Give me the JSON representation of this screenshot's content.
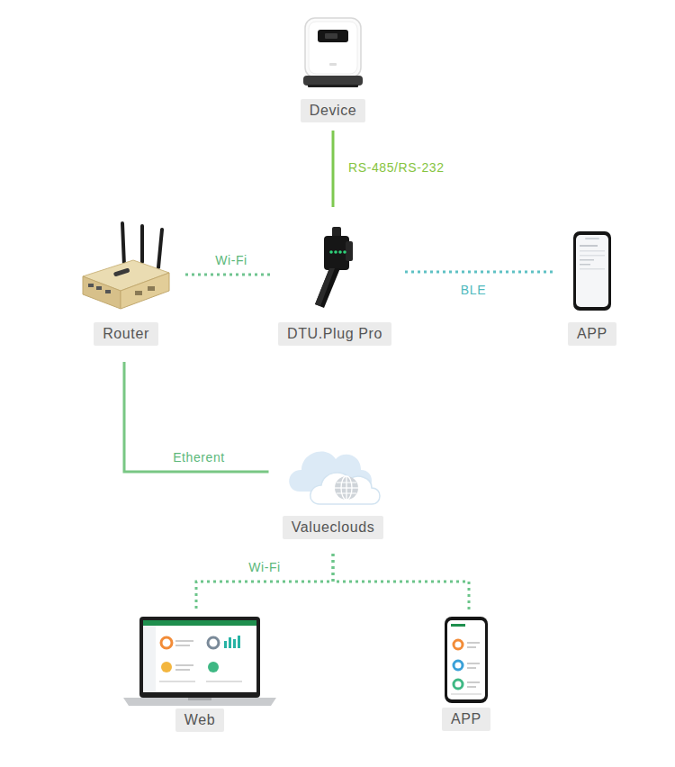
{
  "diagram": {
    "nodes": [
      {
        "text": [
          "Device"
        ]
      },
      {
        "text": [
          "Router"
        ]
      },
      {
        "text": [
          "DTU.Plug Pro"
        ]
      },
      {
        "text": [
          "APP"
        ]
      },
      {
        "text": [
          "Valueclouds"
        ]
      },
      {
        "text": [
          "Web"
        ]
      },
      {
        "text": [
          "APP"
        ]
      }
    ],
    "edges": [
      {
        "from": 0,
        "to": 2,
        "arrow": "none",
        "label": "RS-485/RS-232"
      },
      {
        "from": 1,
        "to": 2,
        "arrow": "none",
        "label": "Wi-Fi"
      },
      {
        "from": 2,
        "to": 3,
        "arrow": "none",
        "label": "BLE"
      },
      {
        "from": 1,
        "to": 4,
        "arrow": "none",
        "label": "Etherent"
      },
      {
        "from": 4,
        "to": 5,
        "arrow": "none",
        "label": "Wi-Fi"
      },
      {
        "from": 4,
        "to": 6,
        "arrow": "none"
      }
    ]
  }
}
